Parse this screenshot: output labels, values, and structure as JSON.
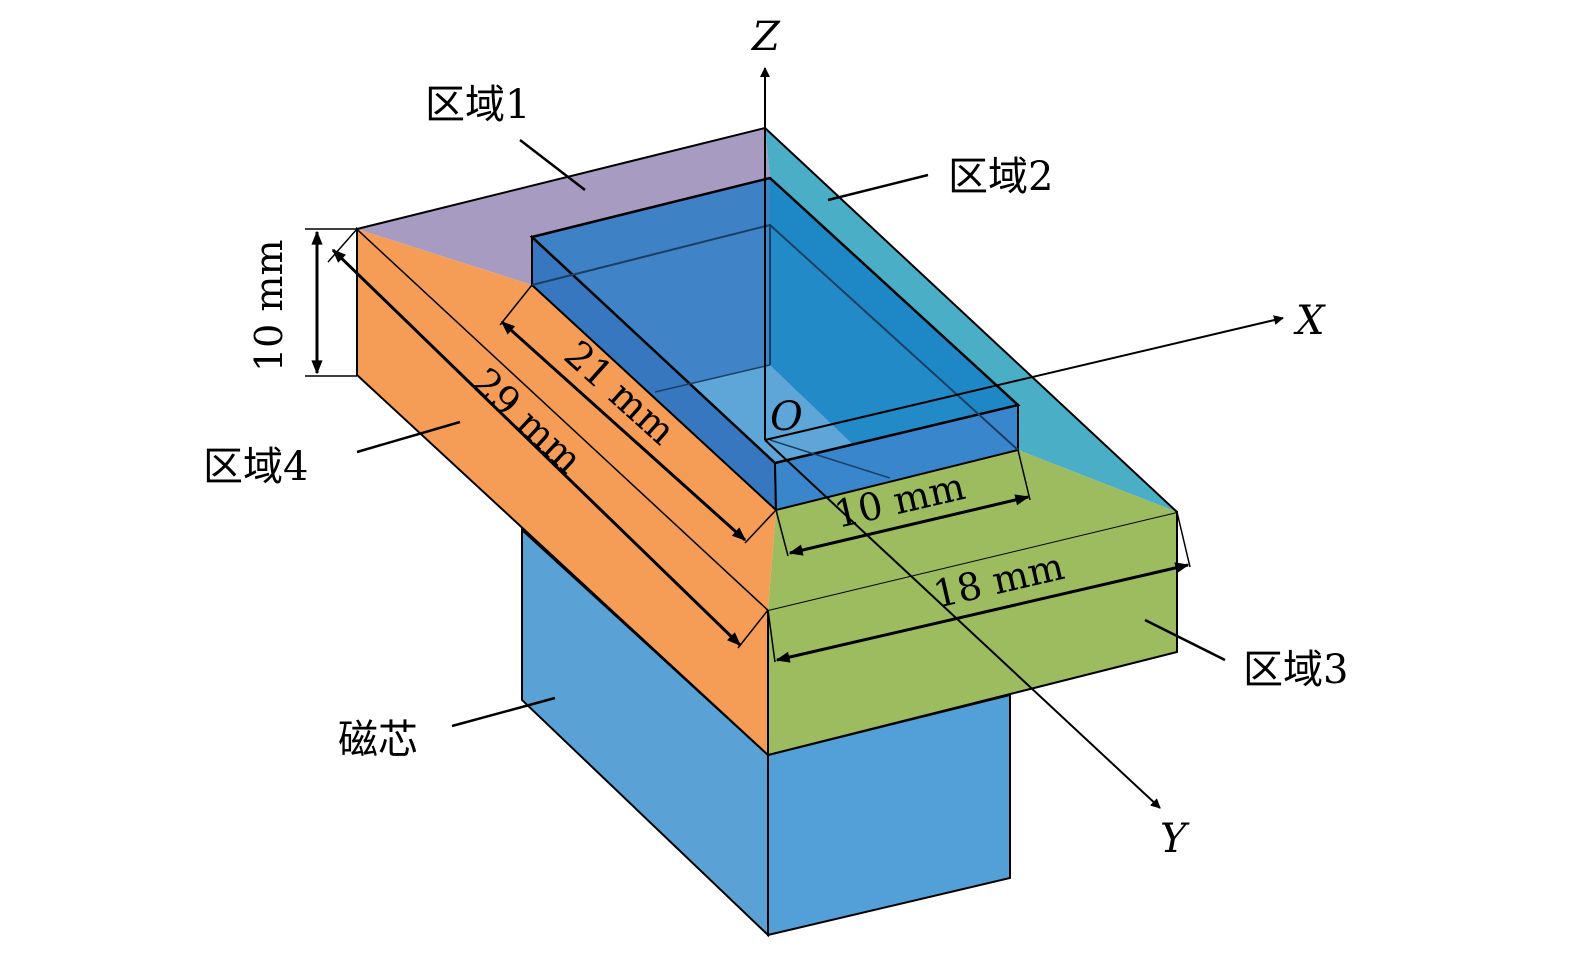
{
  "labels": {
    "region1": "区域1",
    "region2": "区域2",
    "region3": "区域3",
    "region4": "区域4",
    "core": "磁芯"
  },
  "axes": {
    "z": "Z",
    "x": "X",
    "y": "Y",
    "origin": "O"
  },
  "dimensions": {
    "height": "10 mm",
    "length_outer": "29 mm",
    "length_inner": "21 mm",
    "width_inner": "10 mm",
    "width_outer": "18 mm"
  },
  "colors": {
    "region1": "#a89bc2",
    "region2": "#4aaec6",
    "region3": "#9dbb5f",
    "region4": "#f59d57",
    "core": "#5aa2d6",
    "coil_box": "#2f78c4"
  }
}
